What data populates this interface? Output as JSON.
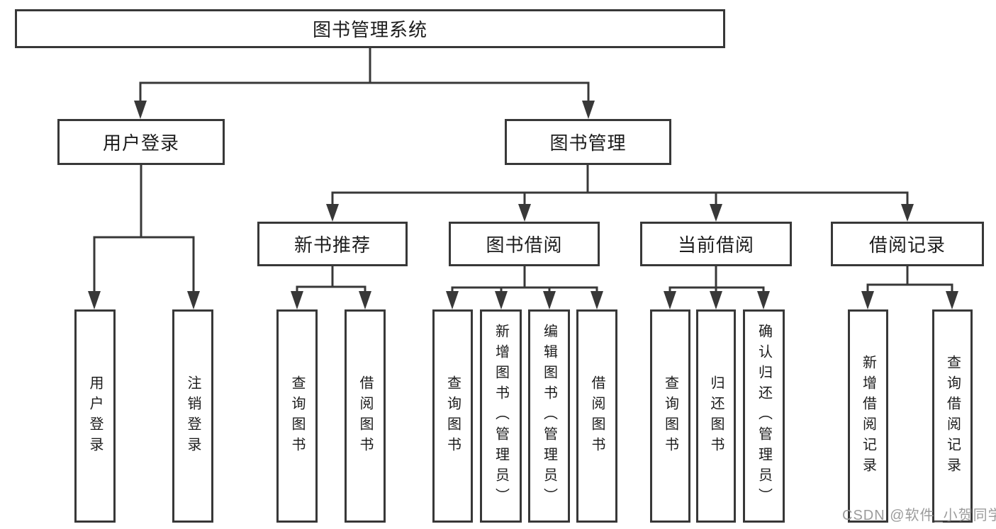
{
  "diagram": {
    "type": "tree",
    "title": "图书管理系统",
    "tree": {
      "label": "图书管理系统",
      "children": [
        {
          "label": "用户登录",
          "children": [
            {
              "label": "用户登录"
            },
            {
              "label": "注销登录"
            }
          ]
        },
        {
          "label": "图书管理",
          "children": [
            {
              "label": "新书推荐",
              "children": [
                {
                  "label": "查询图书"
                },
                {
                  "label": "借阅图书"
                }
              ]
            },
            {
              "label": "图书借阅",
              "children": [
                {
                  "label": "查询图书"
                },
                {
                  "label": "新增图书（管理员）"
                },
                {
                  "label": "编辑图书（管理员）"
                },
                {
                  "label": "借阅图书"
                }
              ]
            },
            {
              "label": "当前借阅",
              "children": [
                {
                  "label": "查询图书"
                },
                {
                  "label": "归还图书"
                },
                {
                  "label": "确认归还（管理员）"
                }
              ]
            },
            {
              "label": "借阅记录",
              "children": [
                {
                  "label": "新增借阅记录"
                },
                {
                  "label": "查询借阅记录"
                }
              ]
            }
          ]
        }
      ]
    }
  },
  "nodes": {
    "root": "图书管理系统",
    "login": "用户登录",
    "manage": "图书管理",
    "recommend": "新书推荐",
    "borrow": "图书借阅",
    "current": "当前借阅",
    "records": "借阅记录",
    "login_user": "用户登录",
    "login_logout": "注销登录",
    "recommend_query": "查询图书",
    "recommend_borrow": "借阅图书",
    "borrow_query": "查询图书",
    "borrow_add": "新增图书（管理员）",
    "borrow_edit": "编辑图书（管理员）",
    "borrow_borrow": "借阅图书",
    "current_query": "查询图书",
    "current_return": "归还图书",
    "current_confirm": "确认归还（管理员）",
    "records_add": "新增借阅记录",
    "records_query": "查询借阅记录"
  },
  "watermark": {
    "text": "CSDN @软件_小贺同学"
  },
  "colors": {
    "line": "#383838",
    "text": "#1c1c1c",
    "watermark": "#9c9c9c",
    "background": "#ffffff"
  }
}
